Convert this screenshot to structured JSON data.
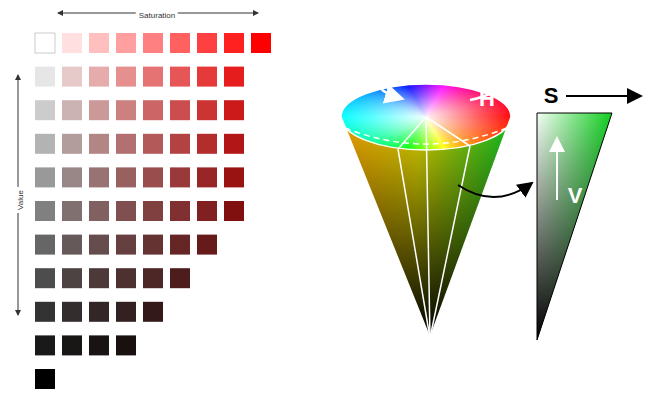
{
  "diagram": {
    "labels": [
      "Saturation",
      "Value",
      "H",
      "S",
      "V"
    ]
  }
}
